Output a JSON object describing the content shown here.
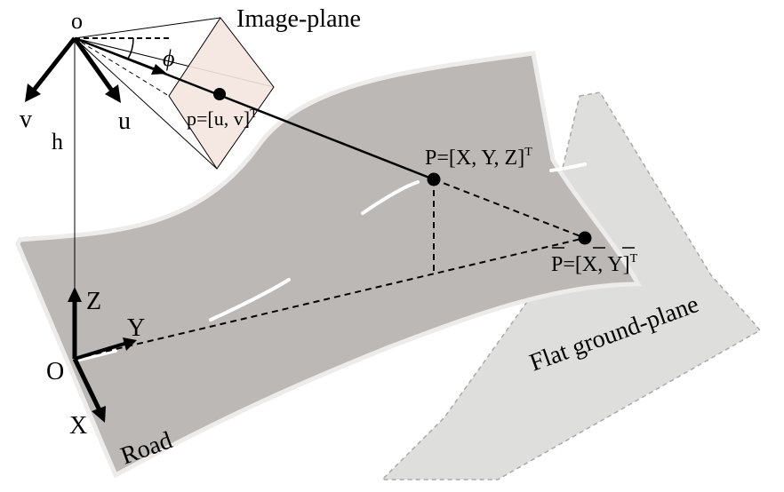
{
  "labels": {
    "camera_origin": "o",
    "image_plane": "Image-plane",
    "angle": "ϕ",
    "axis_v": "v",
    "axis_u": "u",
    "height": "h",
    "pixel_point": "p=[u, v]",
    "pixel_sup": "T",
    "world_point": "P=[X, Y, Z]",
    "world_sup": "T",
    "ground_point": "P=[X, Y]",
    "ground_sup": "T",
    "axis_Z": "Z",
    "axis_Y": "Y",
    "world_origin": "O",
    "axis_X": "X",
    "road": "Road",
    "ground_plane": "Flat ground-plane"
  },
  "colors": {
    "road": "#bcb8b5",
    "road_edge": "#eeecea",
    "ground": "#dededd",
    "image_plane": "#f4e6e0",
    "lane_mark": "#ffffff",
    "ink": "#000000"
  }
}
